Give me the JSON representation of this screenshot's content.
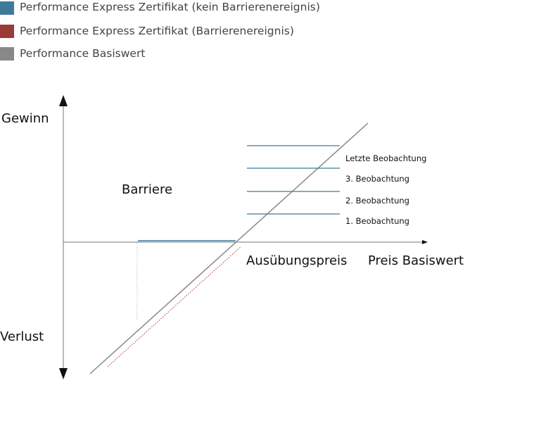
{
  "legend": [
    {
      "label": "Performance Express Zertifikat (kein Barrierenereignis)",
      "color": "#3f7a9a"
    },
    {
      "label": "Performance Express Zertifikat (Barrierenereignis)",
      "color": "#9b3b35"
    },
    {
      "label": "Performance Basiswert",
      "color": "#888888"
    }
  ],
  "axes": {
    "y_top": "Gewinn",
    "y_bottom": "Verlust",
    "x": "Preis Basiswert"
  },
  "labels": {
    "barrier": "Barriere",
    "strike": "Ausübungspreis"
  },
  "observations": [
    "Letzte Beobachtung",
    "3. Beobachtung",
    "2. Beobachtung",
    "1. Beobachtung"
  ]
}
